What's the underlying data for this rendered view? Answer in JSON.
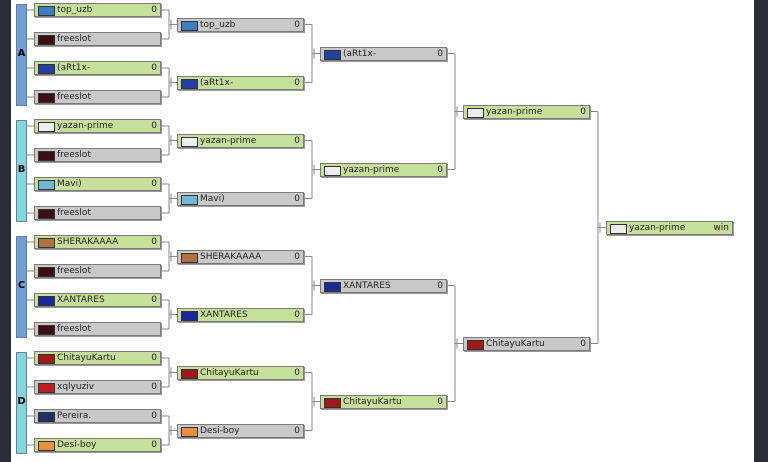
{
  "groups": [
    {
      "label": "A",
      "color": "#6f9fd6"
    },
    {
      "label": "B",
      "color": "#82d6dd"
    },
    {
      "label": "C",
      "color": "#6f9fd6"
    },
    {
      "label": "D",
      "color": "#82d6dd"
    }
  ],
  "rounds": [
    [
      {
        "name": "top_uzb",
        "score": "0",
        "win": true,
        "flag": "uzbekistan-flag-icon",
        "fc": "#3a7fc1"
      },
      {
        "name": "freeslot",
        "score": "",
        "win": false,
        "flag": "x-icon",
        "fc": "#3a1010"
      },
      {
        "name": "(aRt1x-",
        "score": "0",
        "win": true,
        "flag": "globe-icon",
        "fc": "#2240a0"
      },
      {
        "name": "freeslot",
        "score": "",
        "win": false,
        "flag": "x-icon",
        "fc": "#3a1010"
      },
      {
        "name": "yazan-prime",
        "score": "0",
        "win": true,
        "flag": "skull-icon",
        "fc": "#eeeeee"
      },
      {
        "name": "freeslot",
        "score": "",
        "win": false,
        "flag": "x-icon",
        "fc": "#3a1010"
      },
      {
        "name": "Mavi)",
        "score": "0",
        "win": true,
        "flag": "uzbekistan-flag-icon",
        "fc": "#6fb8d8"
      },
      {
        "name": "freeslot",
        "score": "",
        "win": false,
        "flag": "x-icon",
        "fc": "#3a1010"
      },
      {
        "name": "SHERAKAAAA",
        "score": "0",
        "win": true,
        "flag": "emblem-icon",
        "fc": "#b07040"
      },
      {
        "name": "freeslot",
        "score": "",
        "win": false,
        "flag": "x-icon",
        "fc": "#3a1010"
      },
      {
        "name": "XANTARES",
        "score": "0",
        "win": true,
        "flag": "eu-flag-icon",
        "fc": "#1a2a9a"
      },
      {
        "name": "freeslot",
        "score": "",
        "win": false,
        "flag": "x-icon",
        "fc": "#3a1010"
      },
      {
        "name": "ChitayuKartu",
        "score": "0",
        "win": true,
        "flag": "skull-icon",
        "fc": "#a01818"
      },
      {
        "name": "xqlyuziv",
        "score": "0",
        "win": false,
        "flag": "superman-icon",
        "fc": "#c02020"
      },
      {
        "name": "Pereira.",
        "score": "0",
        "win": false,
        "flag": "star-icon",
        "fc": "#203060"
      },
      {
        "name": "Desi-boy",
        "score": "0",
        "win": true,
        "flag": "india-flag-icon",
        "fc": "#e89040"
      }
    ],
    [
      {
        "name": "top_uzb",
        "score": "0",
        "win": false,
        "flag": "uzbekistan-flag-icon",
        "fc": "#3a7fc1"
      },
      {
        "name": "(aRt1x-",
        "score": "0",
        "win": true,
        "flag": "globe-icon",
        "fc": "#2240a0"
      },
      {
        "name": "yazan-prime",
        "score": "0",
        "win": true,
        "flag": "skull-icon",
        "fc": "#eeeeee"
      },
      {
        "name": "Mavi)",
        "score": "0",
        "win": false,
        "flag": "uzbekistan-flag-icon",
        "fc": "#6fb8d8"
      },
      {
        "name": "SHERAKAAAA",
        "score": "0",
        "win": false,
        "flag": "emblem-icon",
        "fc": "#b07040"
      },
      {
        "name": "XANTARES",
        "score": "0",
        "win": true,
        "flag": "eu-flag-icon",
        "fc": "#1a2a9a"
      },
      {
        "name": "ChitayuKartu",
        "score": "0",
        "win": true,
        "flag": "skull-icon",
        "fc": "#a01818"
      },
      {
        "name": "Desi-boy",
        "score": "0",
        "win": false,
        "flag": "india-flag-icon",
        "fc": "#e89040"
      }
    ],
    [
      {
        "name": "(aRt1x-",
        "score": "0",
        "win": false,
        "flag": "globe-icon",
        "fc": "#2240a0"
      },
      {
        "name": "yazan-prime",
        "score": "0",
        "win": true,
        "flag": "skull-icon",
        "fc": "#eeeeee"
      },
      {
        "name": "XANTARES",
        "score": "0",
        "win": false,
        "flag": "eu-flag-icon",
        "fc": "#1a2a9a"
      },
      {
        "name": "ChitayuKartu",
        "score": "0",
        "win": true,
        "flag": "skull-icon",
        "fc": "#a01818"
      }
    ],
    [
      {
        "name": "yazan-prime",
        "score": "0",
        "win": true,
        "flag": "skull-icon",
        "fc": "#eeeeee"
      },
      {
        "name": "ChitayuKartu",
        "score": "0",
        "win": false,
        "flag": "skull-icon",
        "fc": "#a01818"
      }
    ],
    [
      {
        "name": "yazan-prime",
        "score": "win",
        "win": true,
        "flag": "skull-icon",
        "fc": "#eeeeee"
      }
    ]
  ]
}
